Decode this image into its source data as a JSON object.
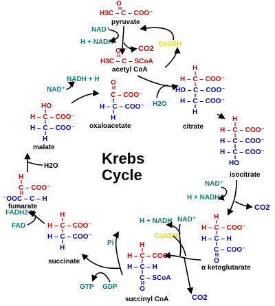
{
  "colors": {
    "carbon_backbone": "#e00000",
    "second_backbone": "#0000d0",
    "cofactor": "#008080",
    "coenzyme_a": "#f0e000"
  },
  "title_line1": "Krebs",
  "title_line2": "Cycle",
  "pyruvate": {
    "formula": "H3C – C – COO⁻",
    "name": "pyruvate"
  },
  "acetyl_coa": {
    "formula": "H3C – C – SCoA",
    "name": "acetyl CoA"
  },
  "oxaloacetate": {
    "name": "oxaloacetate",
    "o": "O",
    "row1": "C – COO⁻",
    "row2": "H – C – COO⁻",
    "h": "H"
  },
  "citrate": {
    "name": "citrate",
    "h1": "H",
    "row1": "H – C – COO⁻",
    "row2": "HO – C – COO⁻",
    "row3": "H – C – COO⁻",
    "h2": "H"
  },
  "isocitrate": {
    "name": "isocitrate",
    "h": "H",
    "row1": "H – C – COO⁻",
    "row2": "H – C – COO⁻",
    "row3": "H – C – COO⁻",
    "ho": "HO"
  },
  "alpha_ketoglutarate": {
    "name": "α ketoglutarate",
    "h1": "H",
    "row1": "H – C – COO⁻",
    "row2": "H – C – H",
    "row3": "C – COO⁻",
    "o": "O"
  },
  "succinyl_coa": {
    "name": "succinyl CoA",
    "h1": "H",
    "row1": "H – C – COO⁻",
    "row2": "H – C – H",
    "row3": "C – SCoA",
    "o": "O"
  },
  "succinate": {
    "name": "succinate",
    "h1": "H",
    "row1": "H – C – COO⁻",
    "row2": "H – C – COO⁻",
    "h2": "H"
  },
  "fumarate": {
    "name": "fumarate",
    "h1": "H",
    "row1": "C – COO⁻",
    "row2": "⁻OOC – C – H"
  },
  "malate": {
    "name": "malate",
    "ho": "HO",
    "row1": "H – C – COO⁻",
    "row2": "H – C – COO⁻",
    "h": "H"
  },
  "cofactors": {
    "nad_1": "NAD⁺",
    "nadh_1": "H + NADH",
    "co2_1": "CO2",
    "coash_1": "CoASH",
    "h2o_1": "H2O",
    "nad_2": "NAD⁺",
    "nadh_2": "H + NADH",
    "co2_2": "CO2",
    "nadh_3": "H + NADH",
    "nad_3": "NAD⁺",
    "coash_2": "CoASH",
    "co2_3": "CO2",
    "pi": "Pi",
    "gtp": "GTP",
    "gdp": "GDP",
    "fadh2": "FADH2",
    "fad": "FAD",
    "h2o_2": "H2O",
    "nad_4": "NAD⁺",
    "nadh_4": "NADH + H"
  }
}
